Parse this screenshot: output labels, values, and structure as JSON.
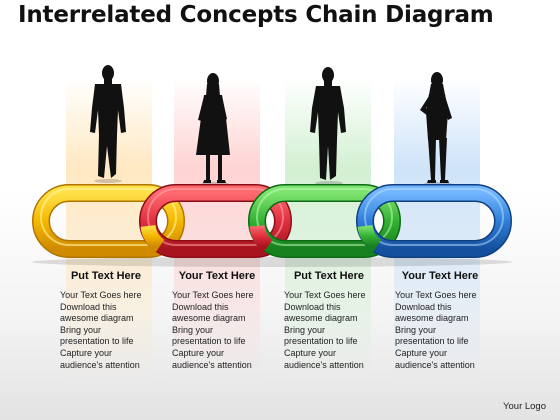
{
  "title": "Interrelated Concepts Chain Diagram",
  "colors": {
    "link_1": "#f5b800",
    "link_2": "#e03040",
    "link_3": "#34b234",
    "link_4": "#2f7fd8"
  },
  "columns": [
    {
      "heading": "Put Text Here",
      "lines": [
        "Your Text Goes here",
        "Download this",
        "awesome diagram",
        "Bring your",
        "presentation to life",
        "Capture your",
        "audience's attention"
      ]
    },
    {
      "heading": "Your Text Here",
      "lines": [
        "Your Text Goes here",
        "Download this",
        "awesome diagram",
        "Bring your",
        "presentation to life",
        "Capture your",
        "audience's attention"
      ]
    },
    {
      "heading": "Put Text Here",
      "lines": [
        "Your Text Goes here",
        "Download this",
        "awesome diagram",
        "Bring your",
        "presentation to life",
        "Capture your",
        "audience's attention"
      ]
    },
    {
      "heading": "Your Text Here",
      "lines": [
        "Your Text Goes here",
        "Download this",
        "awesome diagram",
        "Bring your",
        "presentation to life",
        "Capture your",
        "audience's attention"
      ]
    }
  ],
  "logo": "Your Logo"
}
